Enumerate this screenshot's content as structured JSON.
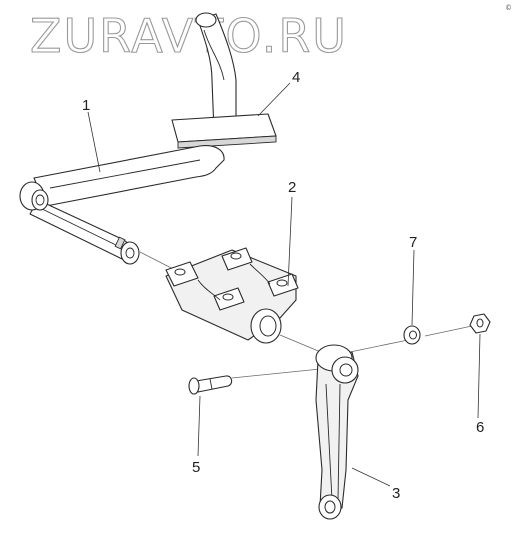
{
  "watermark": "ZURAVTO.RU",
  "corner_mark": "©",
  "callouts": {
    "c1": "1",
    "c2": "2",
    "c3": "3",
    "c4": "4",
    "c5": "5",
    "c6": "6",
    "c7": "7"
  },
  "colors": {
    "line": "#2b2b2b",
    "watermark": "#9a9a9a",
    "background": "#ffffff"
  }
}
